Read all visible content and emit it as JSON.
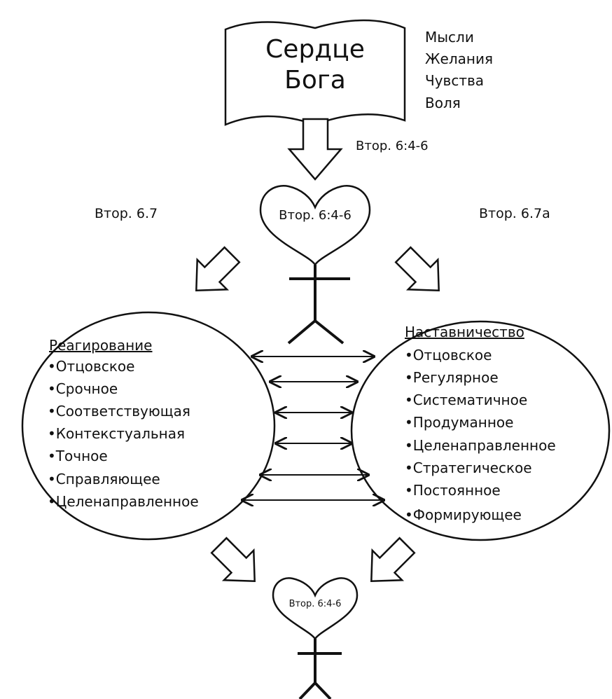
{
  "book": {
    "line1": "Сердце",
    "line2": "Бога"
  },
  "attributes": [
    "Мысли",
    "Желания",
    "Чувства",
    "Воля"
  ],
  "top_arrow_label": "Втор. 6:4-6",
  "top_heart_label": "Втор. 6:4-6",
  "left_label": "Втор. 6.7",
  "right_label": "Втор. 6.7а",
  "left_circle": {
    "title": "Реагирование",
    "items": [
      "•Отцовское",
      "•Срочное",
      "•Соответствующая",
      "•Контекстуальная",
      "•Точное",
      "•Справляющее",
      "•Целенаправленное"
    ]
  },
  "right_circle": {
    "title": "Наставничество",
    "items": [
      "•Отцовское",
      "•Регулярное",
      "•Систематичное",
      "•Продуманное",
      "•Целенаправленное",
      "•Стратегическое",
      "•Постоянное",
      "•Формирующее"
    ]
  },
  "bottom_heart_label": "Втор. 6:4-6"
}
